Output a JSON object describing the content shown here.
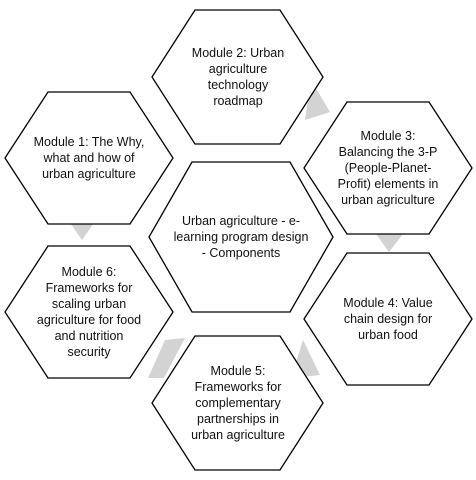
{
  "diagram": {
    "center": {
      "label": "Urban agriculture -  e-\nlearning program design\n- Components"
    },
    "modules": [
      {
        "id": "m1",
        "label": "Module 1: The Why,\nwhat and how of\nurban agriculture"
      },
      {
        "id": "m2",
        "label": "Module 2: Urban\nagriculture\ntechnology\nroadmap"
      },
      {
        "id": "m3",
        "label": "Module 3:\nBalancing the 3-P\n(People-Planet-\nProfit) elements in\nurban agriculture"
      },
      {
        "id": "m4",
        "label": "Module 4: Value\nchain design for\nurban food"
      },
      {
        "id": "m5",
        "label": "Module 5:\nFrameworks for\ncomplementary\npartnerships in\nurban agriculture"
      },
      {
        "id": "m6",
        "label": "Module 6:\nFrameworks for\nscaling urban\nagriculture for food\nand nutrition\nsecurity"
      }
    ],
    "colors": {
      "hex_fill": "#ffffff",
      "hex_stroke": "#000000",
      "connector": "#d3d3d3",
      "text": "#111111"
    }
  }
}
